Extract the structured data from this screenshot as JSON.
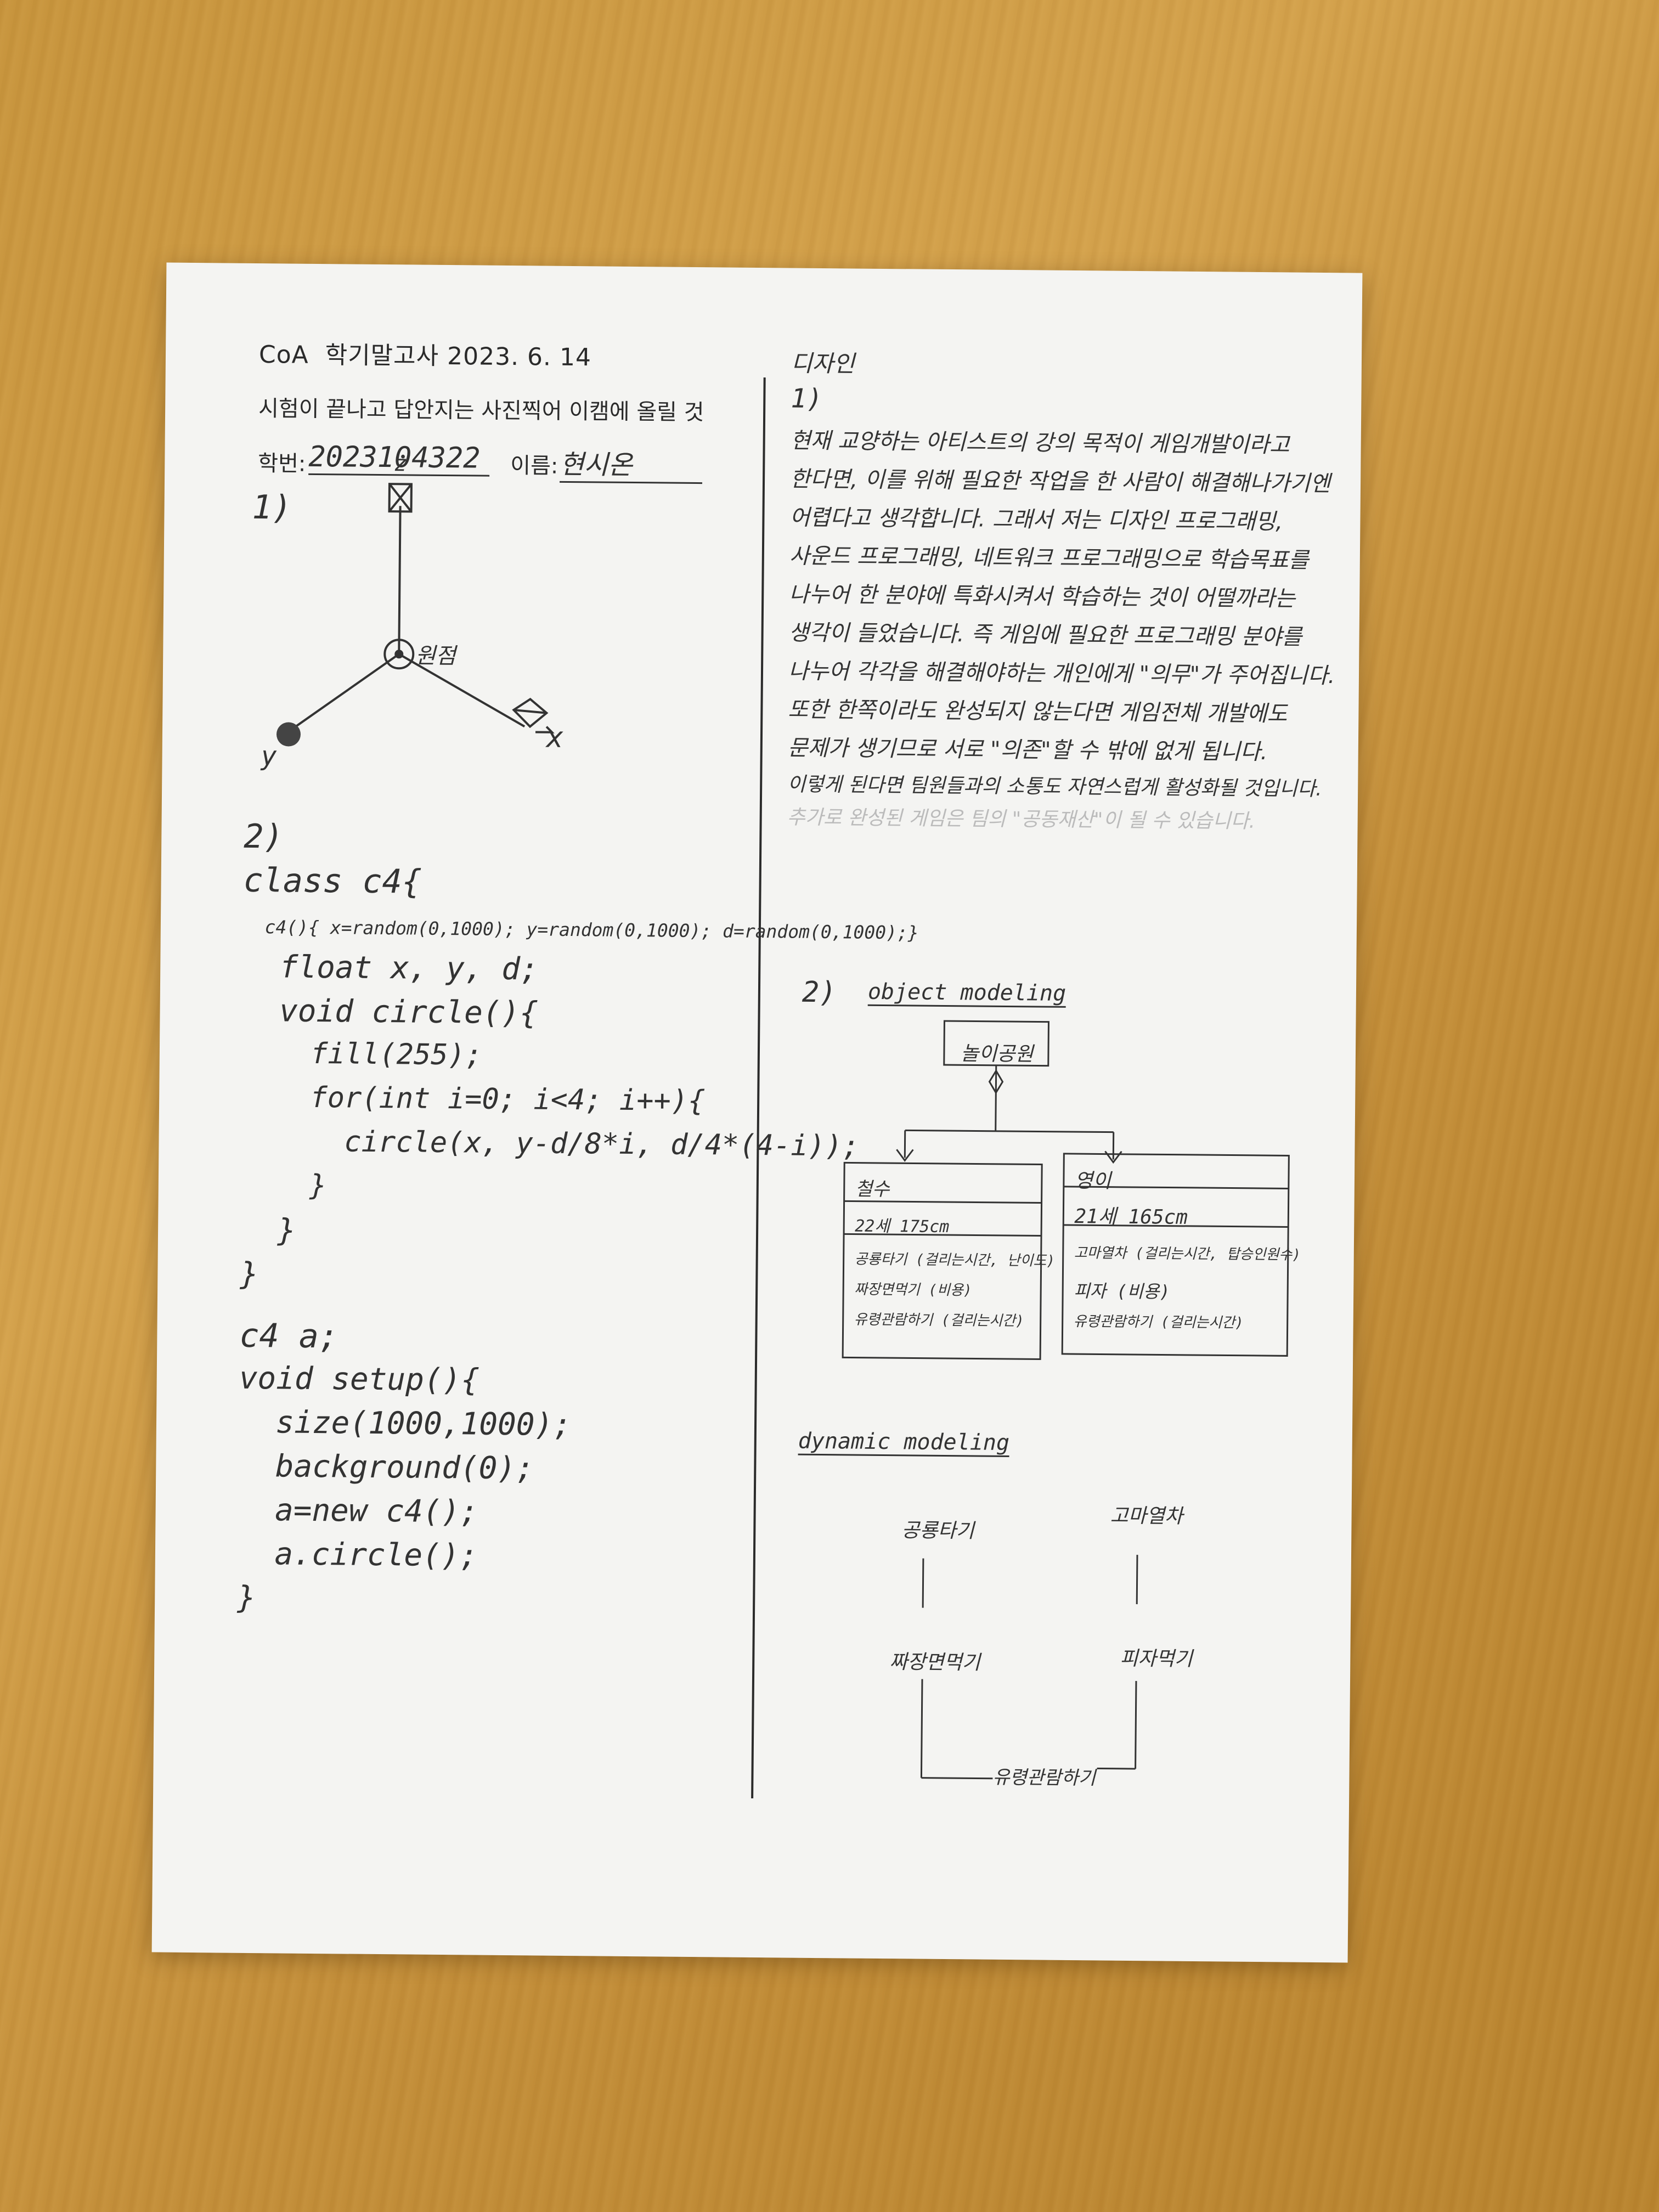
{
  "header": {
    "title": "CoA  학기말고사 2023. 6. 14",
    "instruction": "시험이 끝나고 답안지는 사진찍어 이캠에 올릴 것",
    "student_id_label": "학번:",
    "student_id": "2023104322",
    "name_label": "이름:",
    "name": "현시온"
  },
  "left": {
    "q1_number": "1)",
    "axis_z": "z",
    "axis_x": "x",
    "axis_y": "y",
    "origin_label": "원점",
    "q2_number": "2)",
    "code": [
      "class c4{",
      "  c4(){ x=random(0,1000); y=random(0,1000); d=random(0,1000);}",
      "  float x, y, d;",
      "  void circle(){",
      "    fill(255);",
      "    for(int i=0; i<4; i++){",
      "      circle(x, y-d/8*i, d/4*(4-i));",
      "    }",
      "  }",
      "}",
      "c4 a;",
      "void setup(){",
      "  size(1000,1000);",
      "  background(0);",
      "  a=new c4();",
      "  a.circle();",
      "}"
    ]
  },
  "right": {
    "section_title": "디자인",
    "q1_number": "1)",
    "essay": [
      "현재 교양하는 아티스트의 강의 목적이 게임개발이라고",
      "한다면, 이를 위해 필요한 작업을 한 사람이 해결해나가기엔",
      "어렵다고 생각합니다. 그래서 저는 디자인 프로그래밍,",
      "사운드 프로그래밍, 네트워크 프로그래밍으로 학습목표를",
      "나누어 한 분야에 특화시켜서 학습하는 것이 어떨까라는",
      "생각이 들었습니다. 즉 게임에 필요한 프로그래밍 분야를",
      "나누어 각각을 해결해야하는 개인에게 \"의무\"가 주어집니다.",
      "또한 한쪽이라도 완성되지 않는다면 게임전체 개발에도",
      "문제가 생기므로 서로 \"의존\"할 수 밖에 없게 됩니다.",
      "이렇게 된다면 팀원들과의 소통도 자연스럽게 활성화될 것입니다.",
      "추가로 완성된 게임은 팀의 \"공동재산\"이 될 수 있습니다."
    ],
    "q2_number": "2)",
    "object_modeling_label": "object modeling",
    "class_top": "놀이공원",
    "class_a": {
      "name": "철수",
      "attrs": "22세 175cm",
      "methods": [
        "공룡타기 (걸리는시간, 난이도)",
        "짜장면먹기 (비용)",
        "유령관람하기 (걸리는시간)"
      ]
    },
    "class_b": {
      "name": "영이",
      "attrs": "21세 165cm",
      "methods": [
        "고마열차 (걸리는시간, 탑승인원수)",
        "피자 (비용)",
        "유령관람하기 (걸리는시간)"
      ]
    },
    "dynamic_modeling_label": "dynamic modeling",
    "flow_left_1": "공룡타기",
    "flow_left_2": "짜장면먹기",
    "flow_right_1": "고마열차",
    "flow_right_2": "피자먹기",
    "flow_end": "유령관람하기"
  }
}
